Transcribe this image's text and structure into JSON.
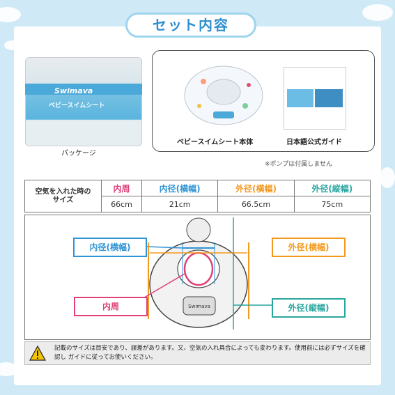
{
  "header": {
    "title": "セット内容"
  },
  "package": {
    "brand": "Swimava",
    "product_label": "ベビースイムシート",
    "caption": "パッケージ"
  },
  "contents": {
    "seat_caption": "ベビースイムシート本体",
    "guide_caption": "日本語公式ガイド",
    "pump_note": "※ポンプは付属しません"
  },
  "size_table": {
    "row_label": [
      "空気を入れた時の",
      "サイズ"
    ],
    "columns": [
      {
        "label": "内周",
        "value": "66cm",
        "color": "#e0407a"
      },
      {
        "label": "内径(横幅)",
        "value": "21cm",
        "color": "#2f94d6"
      },
      {
        "label": "外径(横幅)",
        "value": "66.5cm",
        "color": "#f39a1e"
      },
      {
        "label": "外径(縦幅)",
        "value": "75cm",
        "color": "#2aa6a0"
      }
    ]
  },
  "diagram": {
    "inner_width_label": "内径(横幅)",
    "outer_width_label": "外径(横幅)",
    "inner_circ_label": "内周",
    "outer_height_label": "外径(縦幅)",
    "seat_brand": "Swimava"
  },
  "notice": {
    "text": "記載のサイズは目安であり、誤差があります。又、空気の入れ具合によっても変わります。使用前には必ずサイズを確認し ガイドに従ってお使いください。"
  }
}
